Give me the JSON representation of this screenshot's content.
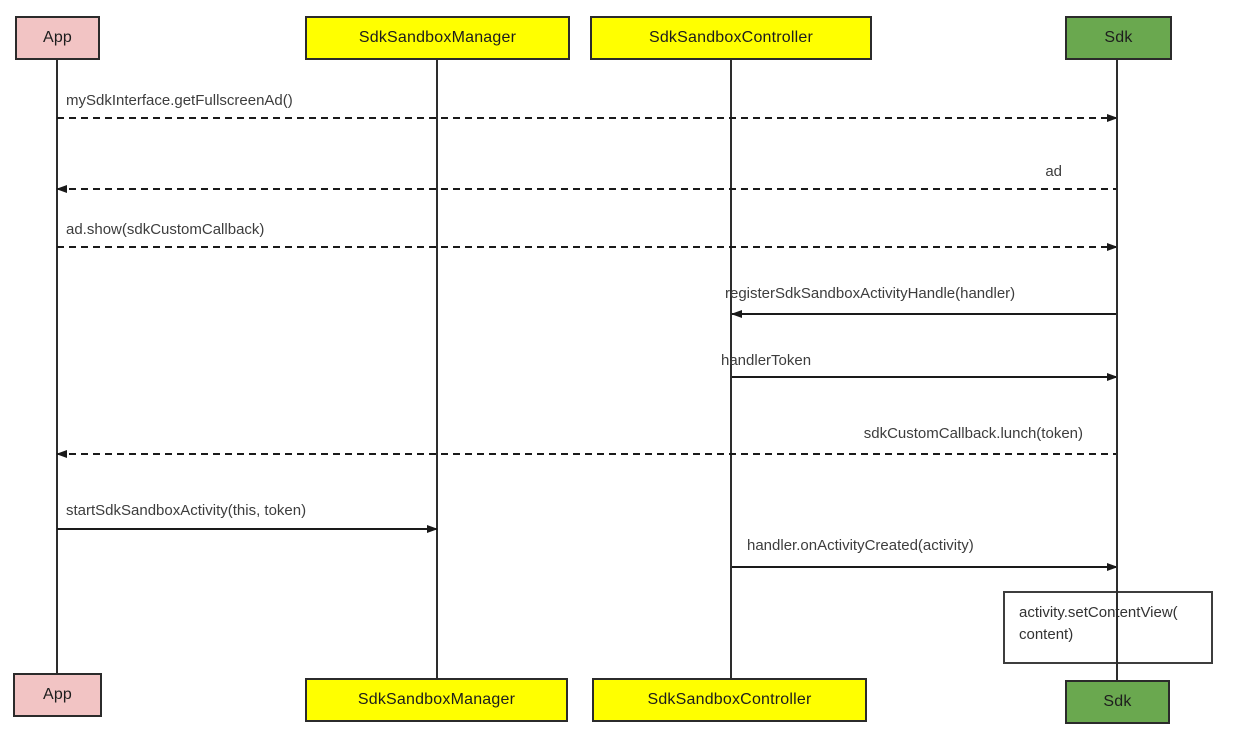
{
  "diagram": {
    "type": "sequence-diagram",
    "actors": [
      {
        "id": "app",
        "name": "App",
        "color": "#f2c4c4"
      },
      {
        "id": "manager",
        "name": "SdkSandboxManager",
        "color": "#ffff00"
      },
      {
        "id": "controller",
        "name": "SdkSandboxController",
        "color": "#ffff00"
      },
      {
        "id": "sdk",
        "name": "Sdk",
        "color": "#6aa84f"
      }
    ],
    "messages": [
      {
        "label": "mySdkInterface.getFullscreenAd()",
        "from": "App",
        "to": "Sdk",
        "line": "dashed",
        "direction": "right"
      },
      {
        "label": "ad",
        "from": "Sdk",
        "to": "App",
        "line": "dashed",
        "direction": "left"
      },
      {
        "label": "ad.show(sdkCustomCallback)",
        "from": "App",
        "to": "Sdk",
        "line": "dashed",
        "direction": "right"
      },
      {
        "label": "registerSdkSandboxActivityHandle(handler)",
        "from": "Sdk",
        "to": "SdkSandboxController",
        "line": "solid",
        "direction": "left"
      },
      {
        "label": "handlerToken",
        "from": "SdkSandboxController",
        "to": "Sdk",
        "line": "solid",
        "direction": "right"
      },
      {
        "label": "sdkCustomCallback.lunch(token)",
        "from": "Sdk",
        "to": "App",
        "line": "dashed",
        "direction": "left"
      },
      {
        "label": "startSdkSandboxActivity(this, token)",
        "from": "App",
        "to": "SdkSandboxManager",
        "line": "solid",
        "direction": "right"
      },
      {
        "label": "handler.onActivityCreated(activity)",
        "from": "SdkSandboxController",
        "to": "Sdk",
        "line": "solid",
        "direction": "right"
      }
    ],
    "note": {
      "line1": "activity.setContentView(",
      "line2": "content)"
    },
    "colors": {
      "actor_border": "#2b2b2b",
      "arrow": "#1a1a1a",
      "label_text": "#3d3d3d",
      "note_border": "#3d3d3d"
    }
  }
}
